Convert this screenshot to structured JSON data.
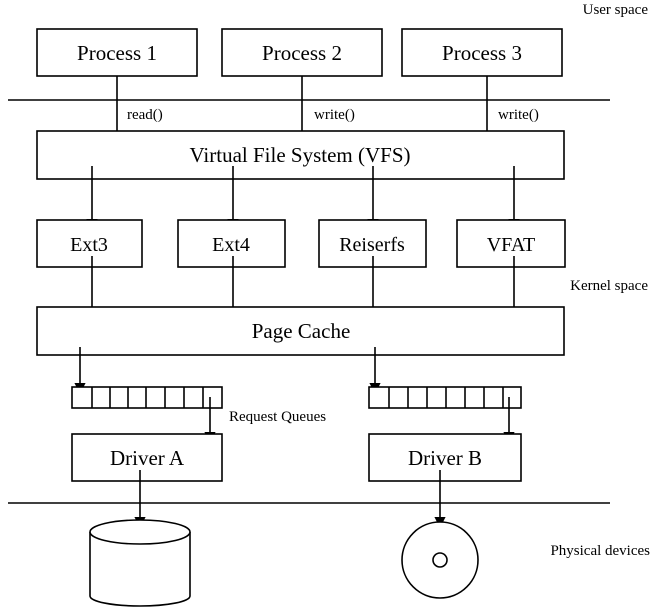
{
  "regions": {
    "user_space": "User space",
    "kernel_space": "Kernel space",
    "physical_devices": "Physical devices"
  },
  "processes": [
    "Process 1",
    "Process 2",
    "Process 3"
  ],
  "syscalls": [
    "read()",
    "write()",
    "write()"
  ],
  "vfs": "Virtual File System (VFS)",
  "filesystems": [
    "Ext3",
    "Ext4",
    "Reiserfs",
    "VFAT"
  ],
  "page_cache": "Page Cache",
  "request_queues": "Request Queues",
  "drivers": [
    "Driver A",
    "Driver B"
  ],
  "devices": [
    "disk",
    "optical-disc"
  ]
}
